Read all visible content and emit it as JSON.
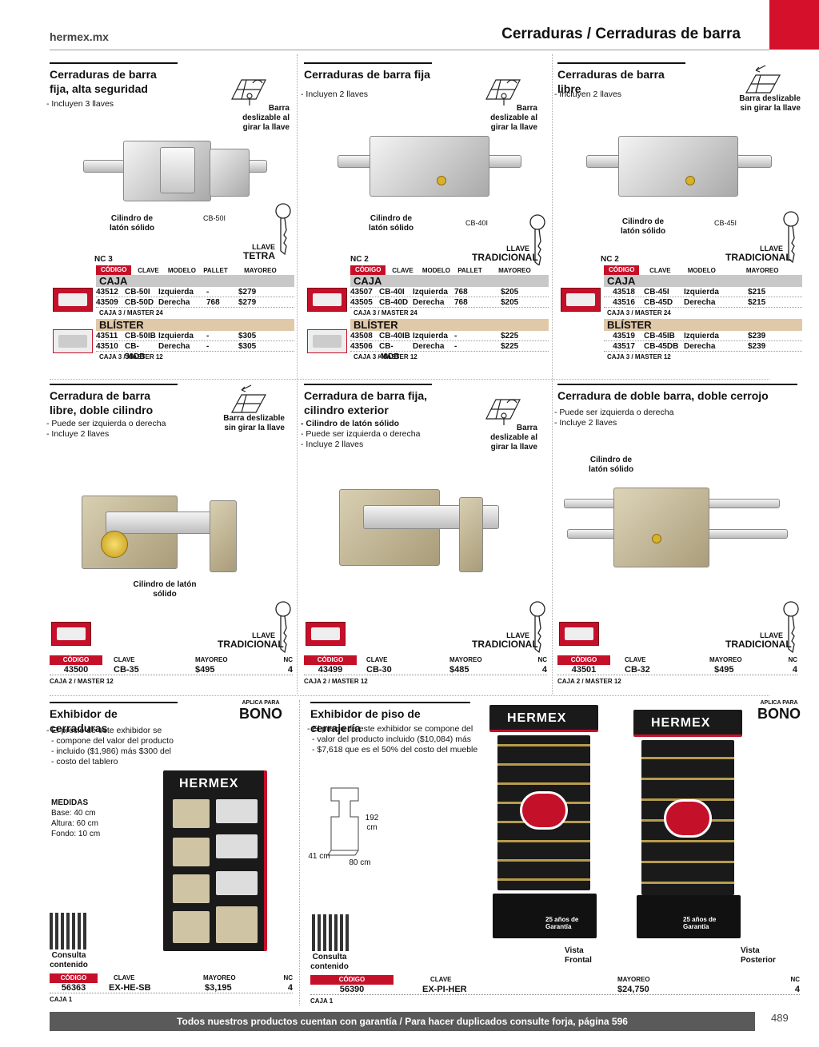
{
  "header": {
    "site": "hermex.mx",
    "title": "Cerraduras / Cerraduras de barra"
  },
  "p1": {
    "title": "Cerraduras de barra fija, alta seguridad",
    "bullets": [
      "Incluyen 3 llaves"
    ],
    "icon_text": "Barra deslizable al girar la llave",
    "cyl": "Cilindro de latón sólido",
    "model": "CB-50I",
    "key_top": "LLAVE",
    "key": "TETRA",
    "nc": "NC 3",
    "head": [
      "CÓDIGO",
      "CLAVE",
      "MODELO",
      "PALLET",
      "MAYOREO"
    ],
    "caja": "CAJA",
    "caja_rows": [
      [
        "43512",
        "CB-50I",
        "Izquierda",
        "-",
        "$279"
      ],
      [
        "43509",
        "CB-50D",
        "Derecha",
        "768",
        "$279"
      ]
    ],
    "caja_ml": "CAJA 3 / MASTER 24",
    "blister": "BLÍSTER",
    "blister_rows": [
      [
        "43511",
        "CB-50IB",
        "Izquierda",
        "-",
        "$305"
      ],
      [
        "43510",
        "CB-50DB",
        "Derecha",
        "-",
        "$305"
      ]
    ],
    "blister_ml": "CAJA 3 / MASTER 12"
  },
  "p2": {
    "title": "Cerraduras de barra fija",
    "bullets": [
      "Incluyen 2 llaves"
    ],
    "icon_text": "Barra deslizable al girar la llave",
    "cyl": "Cilindro de latón sólido",
    "model": "CB-40I",
    "key_top": "LLAVE",
    "key": "TRADICIONAL",
    "nc": "NC 2",
    "head": [
      "CÓDIGO",
      "CLAVE",
      "MODELO",
      "PALLET",
      "MAYOREO"
    ],
    "caja": "CAJA",
    "caja_rows": [
      [
        "43507",
        "CB-40I",
        "Izquierda",
        "768",
        "$205"
      ],
      [
        "43505",
        "CB-40D",
        "Derecha",
        "768",
        "$205"
      ]
    ],
    "caja_ml": "CAJA 3 / MASTER 24",
    "blister": "BLÍSTER",
    "blister_rows": [
      [
        "43508",
        "CB-40IB",
        "Izquierda",
        "-",
        "$225"
      ],
      [
        "43506",
        "CB-40DB",
        "Derecha",
        "-",
        "$225"
      ]
    ],
    "blister_ml": "CAJA 3 / MASTER 12"
  },
  "p3": {
    "title": "Cerraduras de barra libre",
    "bullets": [
      "Incluyen 2 llaves"
    ],
    "icon_text": "Barra deslizable sin girar la llave",
    "cyl": "Cilindro de latón sólido",
    "model": "CB-45I",
    "key_top": "LLAVE",
    "key": "TRADICIONAL",
    "nc": "NC 2",
    "head": [
      "CÓDIGO",
      "CLAVE",
      "MODELO",
      "MAYOREO"
    ],
    "caja": "CAJA",
    "caja_rows": [
      [
        "43518",
        "CB-45I",
        "Izquierda",
        "$215"
      ],
      [
        "43516",
        "CB-45D",
        "Derecha",
        "$215"
      ]
    ],
    "caja_ml": "CAJA 3 / MASTER 24",
    "blister": "BLÍSTER",
    "blister_rows": [
      [
        "43519",
        "CB-45IB",
        "Izquierda",
        "$239"
      ],
      [
        "43517",
        "CB-45DB",
        "Derecha",
        "$239"
      ]
    ],
    "blister_ml": "CAJA 3 / MASTER 12"
  },
  "p4": {
    "title": "Cerradura de barra libre, doble cilindro",
    "bullets": [
      "Puede ser izquierda o derecha",
      "Incluye 2 llaves"
    ],
    "icon_text": "Barra deslizable sin girar la llave",
    "cyl": "Cilindro de latón sólido",
    "key_top": "LLAVE",
    "key": "TRADICIONAL",
    "head": [
      "CÓDIGO",
      "CLAVE",
      "MAYOREO",
      "NC"
    ],
    "row": [
      "43500",
      "CB-35",
      "$495",
      "4"
    ],
    "ml": "CAJA 2 / MASTER 12"
  },
  "p5": {
    "title": "Cerradura de barra fija, cilindro exterior",
    "bullets": [
      "Cilindro de latón sólido",
      "Puede ser izquierda o derecha",
      "Incluye 2 llaves"
    ],
    "icon_text": "Barra deslizable al girar la llave",
    "key_top": "LLAVE",
    "key": "TRADICIONAL",
    "head": [
      "CÓDIGO",
      "CLAVE",
      "MAYOREO",
      "NC"
    ],
    "row": [
      "43499",
      "CB-30",
      "$485",
      "4"
    ],
    "ml": "CAJA 2 / MASTER 12"
  },
  "p6": {
    "title": "Cerradura de doble barra, doble cerrojo",
    "bullets": [
      "Puede ser izquierda o derecha",
      "Incluye 2 llaves"
    ],
    "cyl": "Cilindro de latón sólido",
    "key_top": "LLAVE",
    "key": "TRADICIONAL",
    "head": [
      "CÓDIGO",
      "CLAVE",
      "MAYOREO",
      "NC"
    ],
    "row": [
      "43501",
      "CB-32",
      "$495",
      "4"
    ],
    "ml": "CAJA 2 / MASTER 12"
  },
  "p7": {
    "title": "Exhibidor de cerraduras",
    "bono_top": "APLICA PARA",
    "bono": "BONO",
    "bullets": [
      "El precio de este exhibidor se",
      "compone del valor del producto",
      "incluido ($1,986) más $300 del",
      "costo del tablero"
    ],
    "med_title": "MEDIDAS",
    "med": [
      "Base: 40 cm",
      "Altura: 60 cm",
      "Fondo: 10 cm"
    ],
    "qr": "Consulta contenido",
    "brand": "HERMEX",
    "head": [
      "CÓDIGO",
      "CLAVE",
      "MAYOREO",
      "NC"
    ],
    "row": [
      "56363",
      "EX-HE-SB",
      "$3,195",
      "4"
    ],
    "ml": "CAJA 1"
  },
  "p8": {
    "title": "Exhibidor de piso de cerrajería",
    "bono_top": "APLICA PARA",
    "bono": "BONO",
    "bullets": [
      "El precio de este exhibidor se compone del",
      "valor del producto incluido ($10,084) más",
      "$7,618 que es el 50% del costo del mueble"
    ],
    "dim_h": "192 cm",
    "dim_w": "80 cm",
    "dim_d": "41 cm",
    "qr": "Consulta contenido",
    "brand": "HERMEX",
    "front": "Vista Frontal",
    "back": "Vista Posterior",
    "warranty": "25 años de Garantía",
    "head": [
      "CÓDIGO",
      "CLAVE",
      "MAYOREO",
      "NC"
    ],
    "row": [
      "56390",
      "EX-PI-HER",
      "$24,750",
      "4"
    ],
    "ml": "CAJA 1"
  },
  "footer": {
    "text": "Todos nuestros productos cuentan con garantía / Para hacer duplicados consulte forja, página 596",
    "page": "489"
  }
}
